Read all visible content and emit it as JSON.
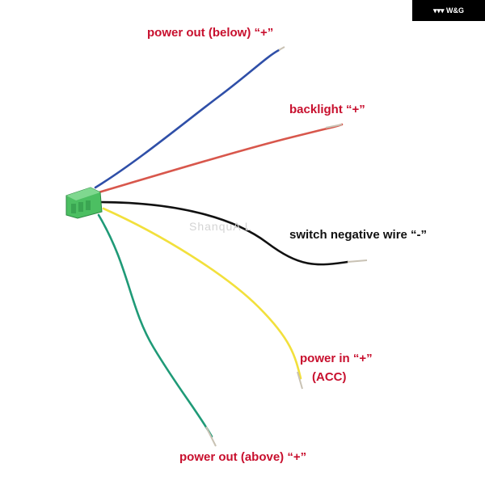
{
  "brand": {
    "logo_text": "W&G",
    "watermark": "ShanquA L"
  },
  "labels": {
    "power_out_below": "power out (below) “+”",
    "backlight": "backlight “+”",
    "switch_negative": "switch negative wire “-”",
    "power_in": "power in “+”",
    "acc": "(ACC)",
    "power_out_above": "power out (above) “+”"
  },
  "colors": {
    "label_red": "#c8102e",
    "label_black": "#111111",
    "wire_blue": "#2f4fa8",
    "wire_red": "#d8574c",
    "wire_black": "#111111",
    "wire_yellow": "#f2e03c",
    "wire_green": "#1f9a77",
    "connector": "#4cbf62",
    "strip_copper": "#c9c2b4"
  },
  "wires": [
    {
      "name": "wire-blue",
      "color_key": "wire_blue"
    },
    {
      "name": "wire-red",
      "color_key": "wire_red"
    },
    {
      "name": "wire-black",
      "color_key": "wire_black"
    },
    {
      "name": "wire-yellow",
      "color_key": "wire_yellow"
    },
    {
      "name": "wire-green",
      "color_key": "wire_green"
    }
  ]
}
